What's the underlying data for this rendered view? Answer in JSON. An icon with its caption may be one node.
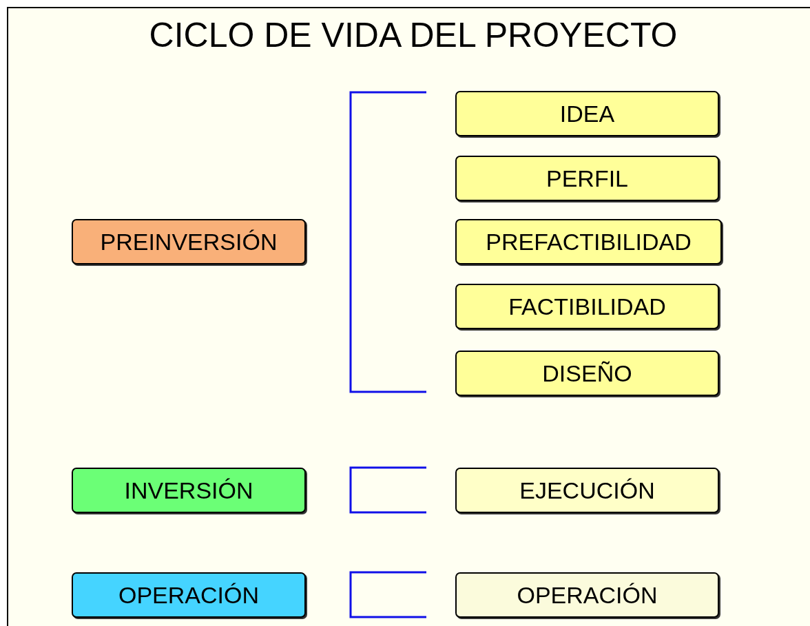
{
  "diagram": {
    "title": "CICLO DE VIDA DEL PROYECTO",
    "nodes": [
      {
        "text": [
          "PREINVERSIÓN"
        ]
      },
      {
        "text": [
          "IDEA"
        ]
      },
      {
        "text": [
          "PERFIL"
        ]
      },
      {
        "text": [
          "PREFACTIBILIDAD"
        ]
      },
      {
        "text": [
          "FACTIBILIDAD"
        ]
      },
      {
        "text": [
          "DISEÑO"
        ]
      },
      {
        "text": [
          "INVERSIÓN"
        ]
      },
      {
        "text": [
          "EJECUCIÓN"
        ]
      },
      {
        "text": [
          "OPERACIÓN"
        ]
      },
      {
        "text": [
          "OPERACIÓN"
        ]
      }
    ]
  }
}
